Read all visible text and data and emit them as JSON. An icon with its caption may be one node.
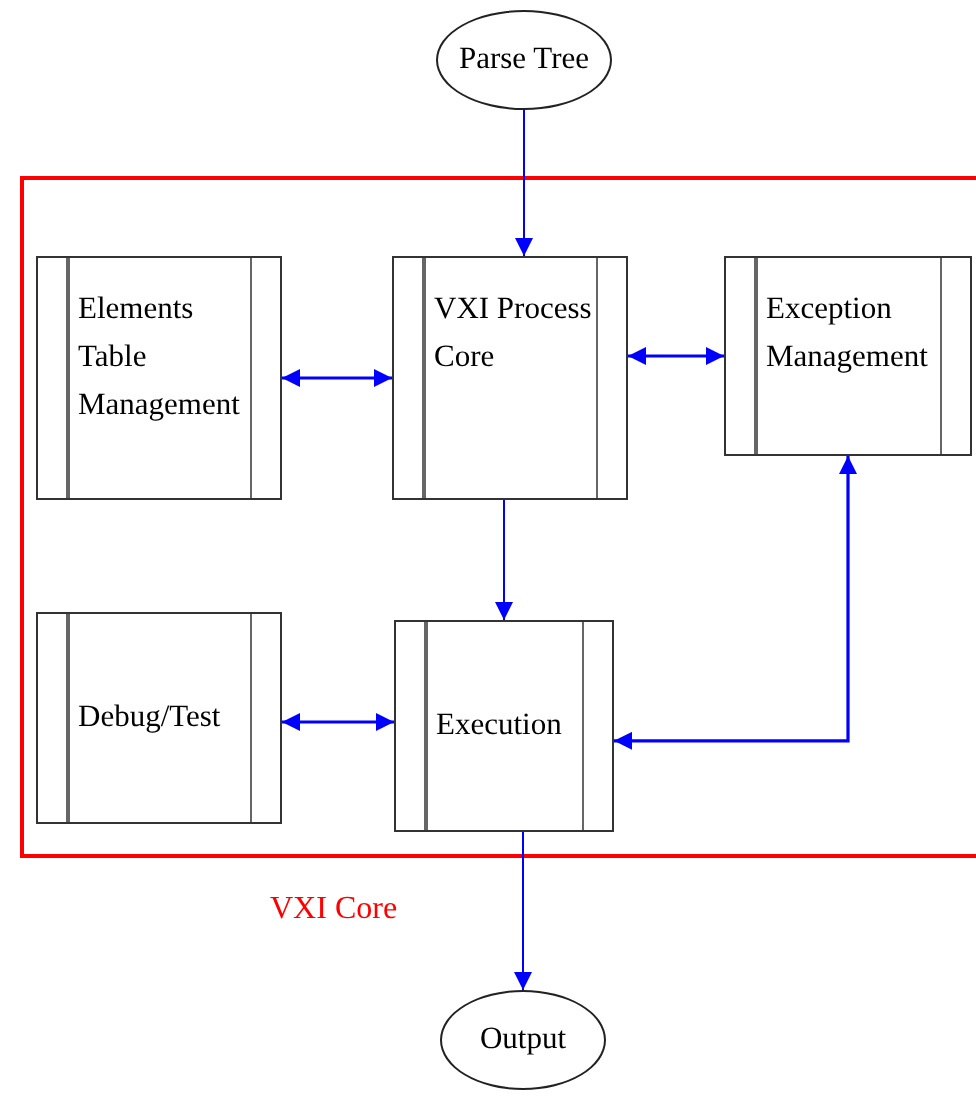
{
  "diagram": {
    "nodes": [
      {
        "text": [
          "Parse Tree"
        ]
      },
      {
        "text": [
          "VXI Core"
        ]
      },
      {
        "text": [
          "Elements Table Management"
        ],
        "in": 1
      },
      {
        "text": [
          "VXI Process Core"
        ],
        "in": 1
      },
      {
        "text": [
          "Exception Management"
        ],
        "in": 1
      },
      {
        "text": [
          "Debug/Test"
        ],
        "in": 1
      },
      {
        "text": [
          "Execution"
        ],
        "in": 1
      },
      {
        "text": [
          "Output"
        ]
      }
    ],
    "edges": [
      {
        "from": 0,
        "to": 3,
        "arrow": "to"
      },
      {
        "from": 2,
        "to": 3,
        "arrow": "both"
      },
      {
        "from": 3,
        "to": 4,
        "arrow": "both"
      },
      {
        "from": 3,
        "to": 6,
        "arrow": "to"
      },
      {
        "from": 5,
        "to": 6,
        "arrow": "both"
      },
      {
        "from": 6,
        "to": 4,
        "arrow": "both"
      },
      {
        "from": 6,
        "to": 7,
        "arrow": "to"
      }
    ]
  }
}
